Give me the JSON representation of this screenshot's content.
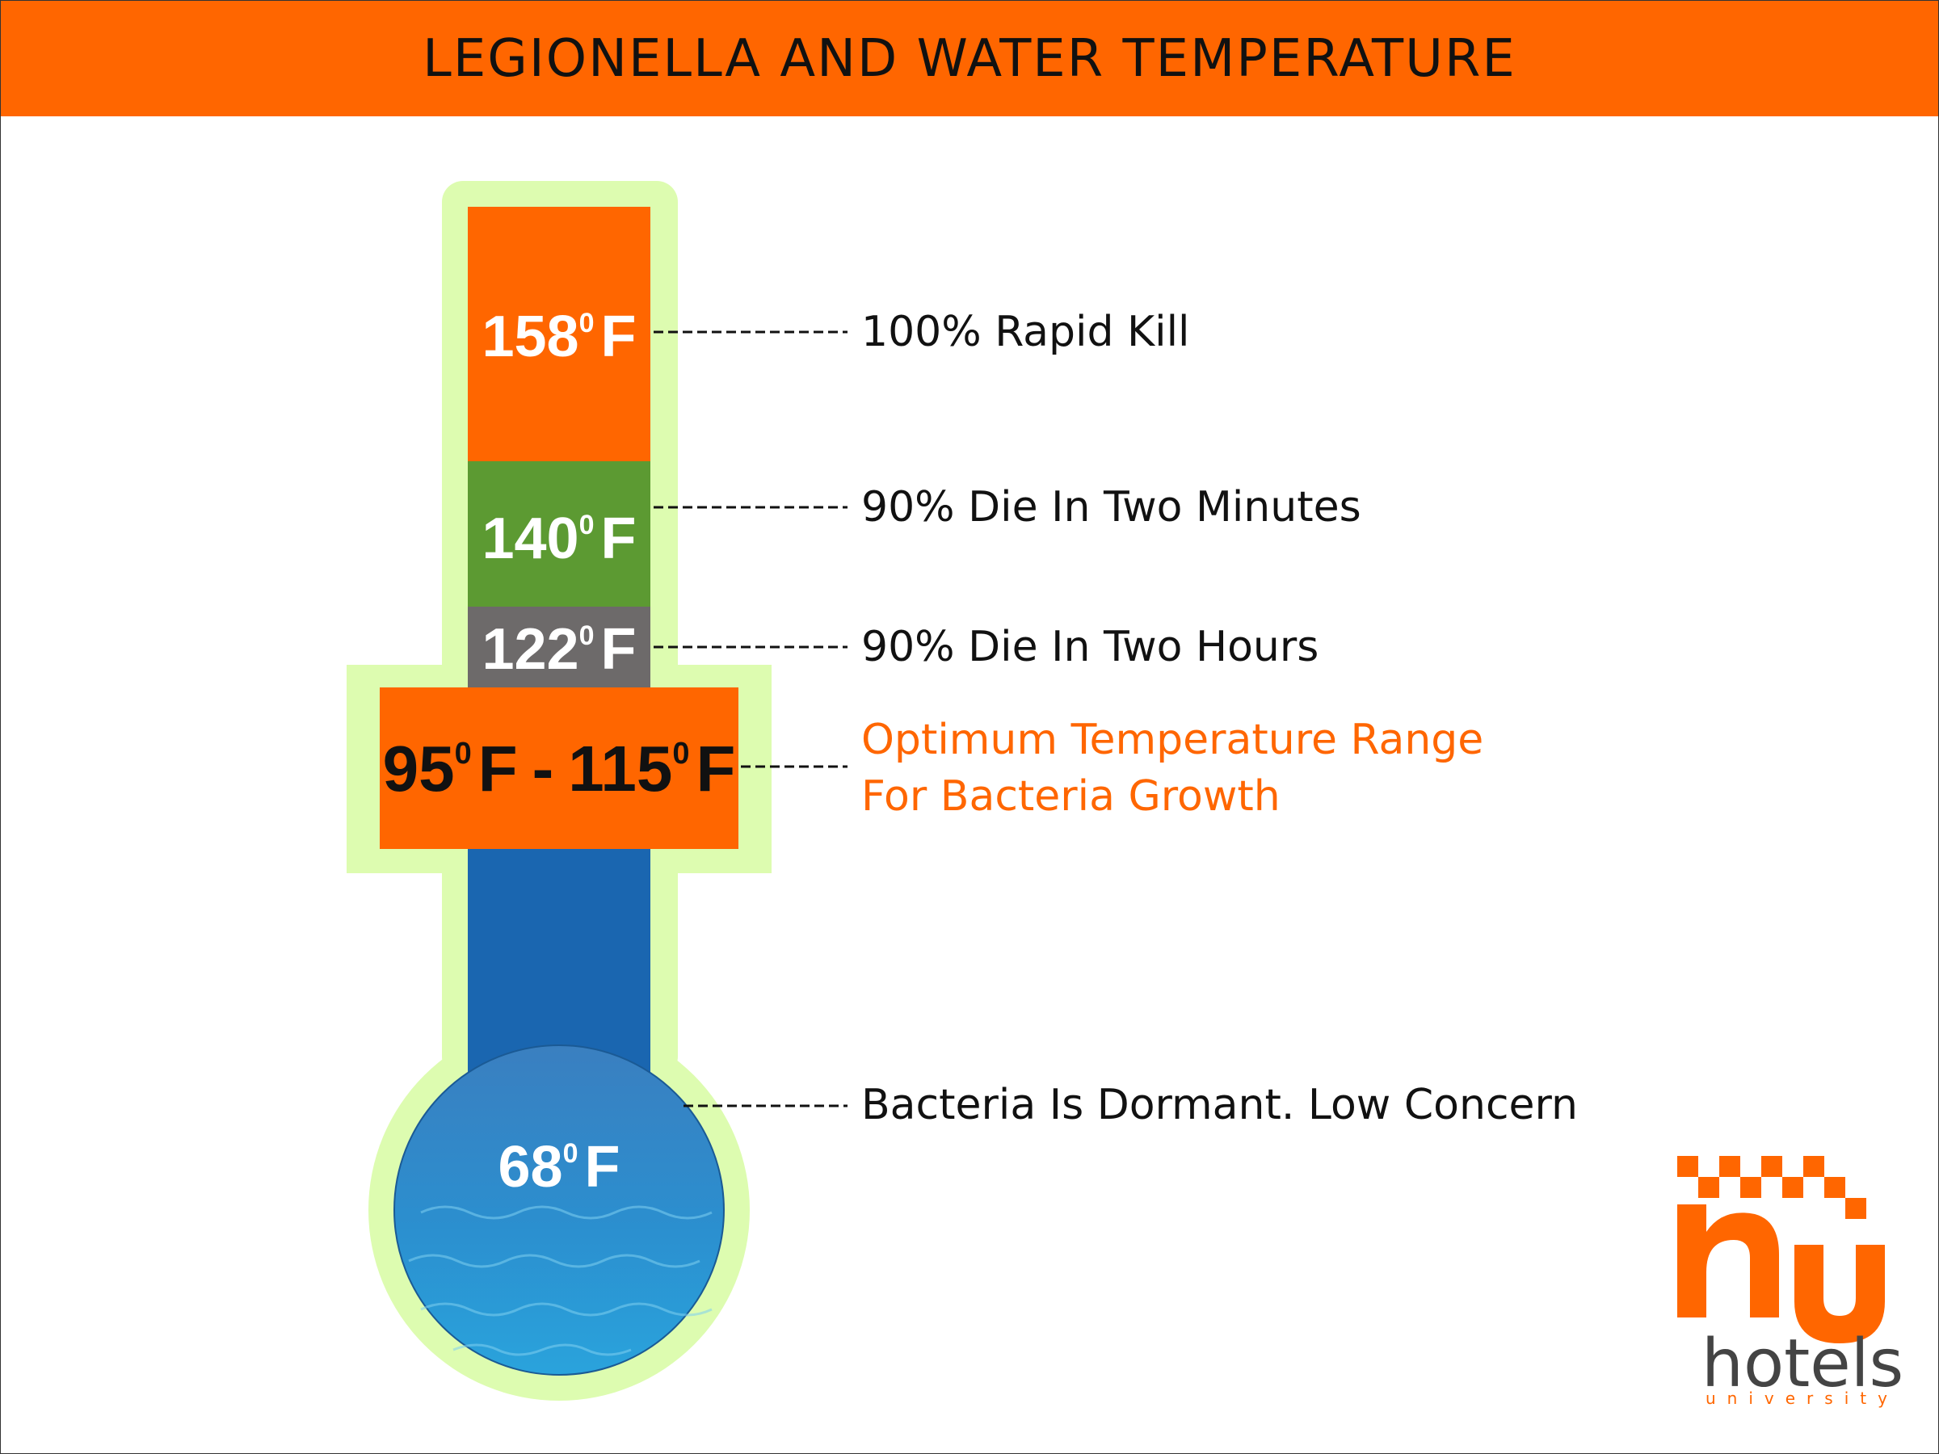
{
  "title": "LEGIONELLA AND WATER TEMPERATURE",
  "levels": [
    {
      "temp": "158",
      "unit": "F",
      "note": "100% Rapid Kill",
      "color": "#ff6600"
    },
    {
      "temp": "140",
      "unit": "F",
      "note": "90% Die In Two Minutes",
      "color": "#5c9a32"
    },
    {
      "temp": "122",
      "unit": "F",
      "note": "90% Die In Two Hours",
      "color": "#6d6a6a"
    },
    {
      "temp_low": "95",
      "temp_high": "115",
      "unit": "F",
      "note_line1": "Optimum Temperature Range",
      "note_line2": "For Bacteria Growth",
      "color": "#ff6600"
    },
    {
      "temp": "68",
      "unit": "F",
      "note": "Bacteria Is Dormant. Low Concern",
      "color": "#1a66b0"
    }
  ],
  "degree_symbol": "0",
  "range_separator": "-",
  "colors": {
    "accent": "#ff6600",
    "halo": "#ddfcb0",
    "dark": "#111111"
  },
  "logo": {
    "wordmark": "hotels",
    "subtext": "university"
  }
}
